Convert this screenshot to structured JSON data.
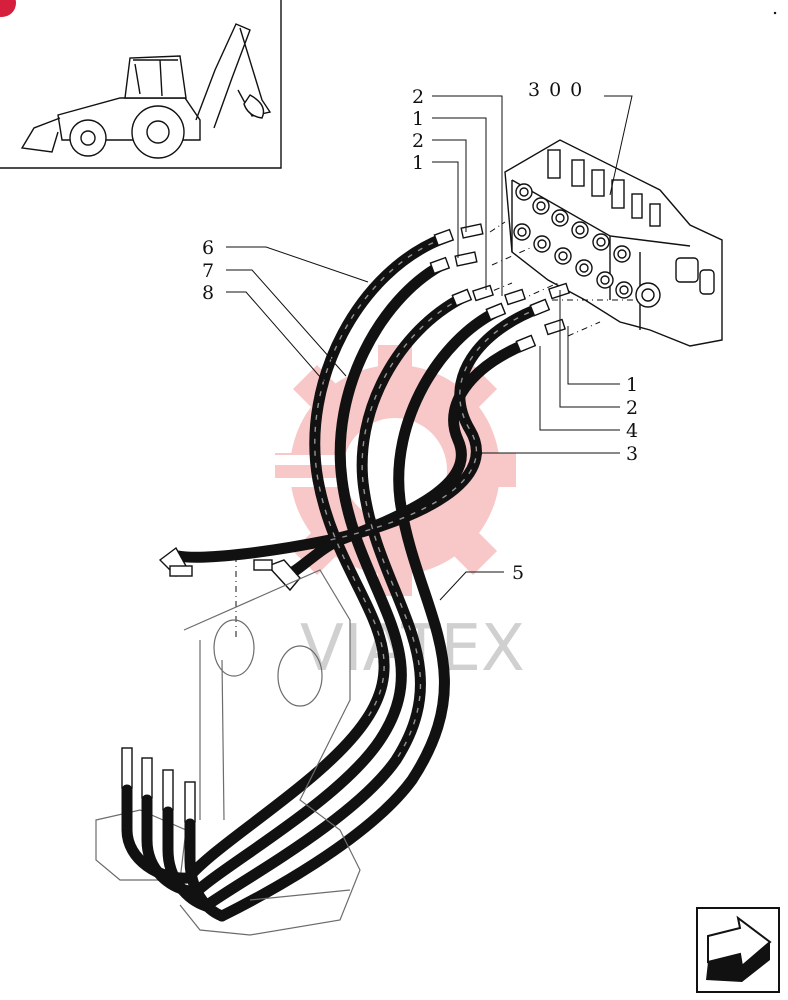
{
  "callouts": {
    "top_left": [
      "2",
      "1",
      "2",
      "1"
    ],
    "left": [
      "6",
      "7",
      "8"
    ],
    "right": [
      "1",
      "2",
      "4",
      "3"
    ],
    "bottom_right": "5",
    "reference": "300"
  },
  "watermark": "VIATEX",
  "colors": {
    "line": "#111111",
    "watermark_red": "#f08c8c",
    "corner_badge": "#d61f3c"
  },
  "icons": [
    "backhoe-loader-thumbnail",
    "watermark-gear-logo",
    "next-page-arrow-icon"
  ]
}
